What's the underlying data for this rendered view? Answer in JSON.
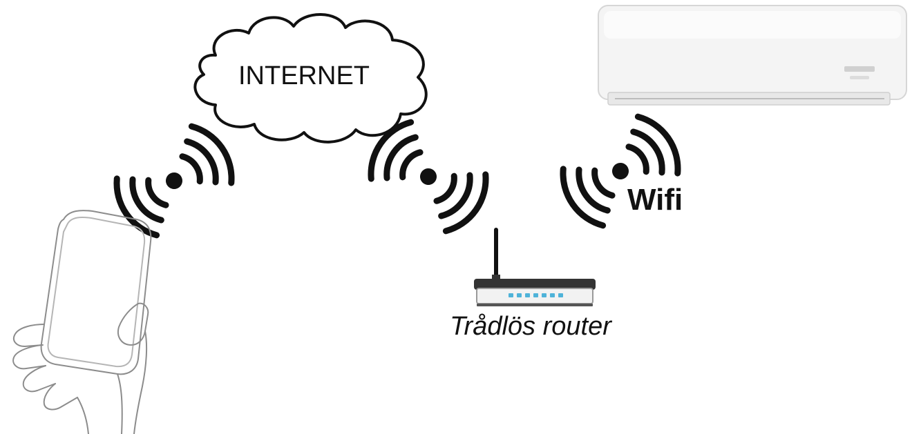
{
  "diagram": {
    "cloud_label": "INTERNET",
    "router_label": "Trådlös router",
    "wifi_label": "Wifi",
    "colors": {
      "ink": "#111111",
      "line_art": "#8c8c8c",
      "router_led": "#4fb3d9",
      "ac_body": "#f4f4f4"
    },
    "icons": [
      "cloud-icon",
      "smartphone-in-hand-icon",
      "wireless-signal-icon",
      "wireless-router-icon",
      "air-conditioner-icon"
    ]
  }
}
